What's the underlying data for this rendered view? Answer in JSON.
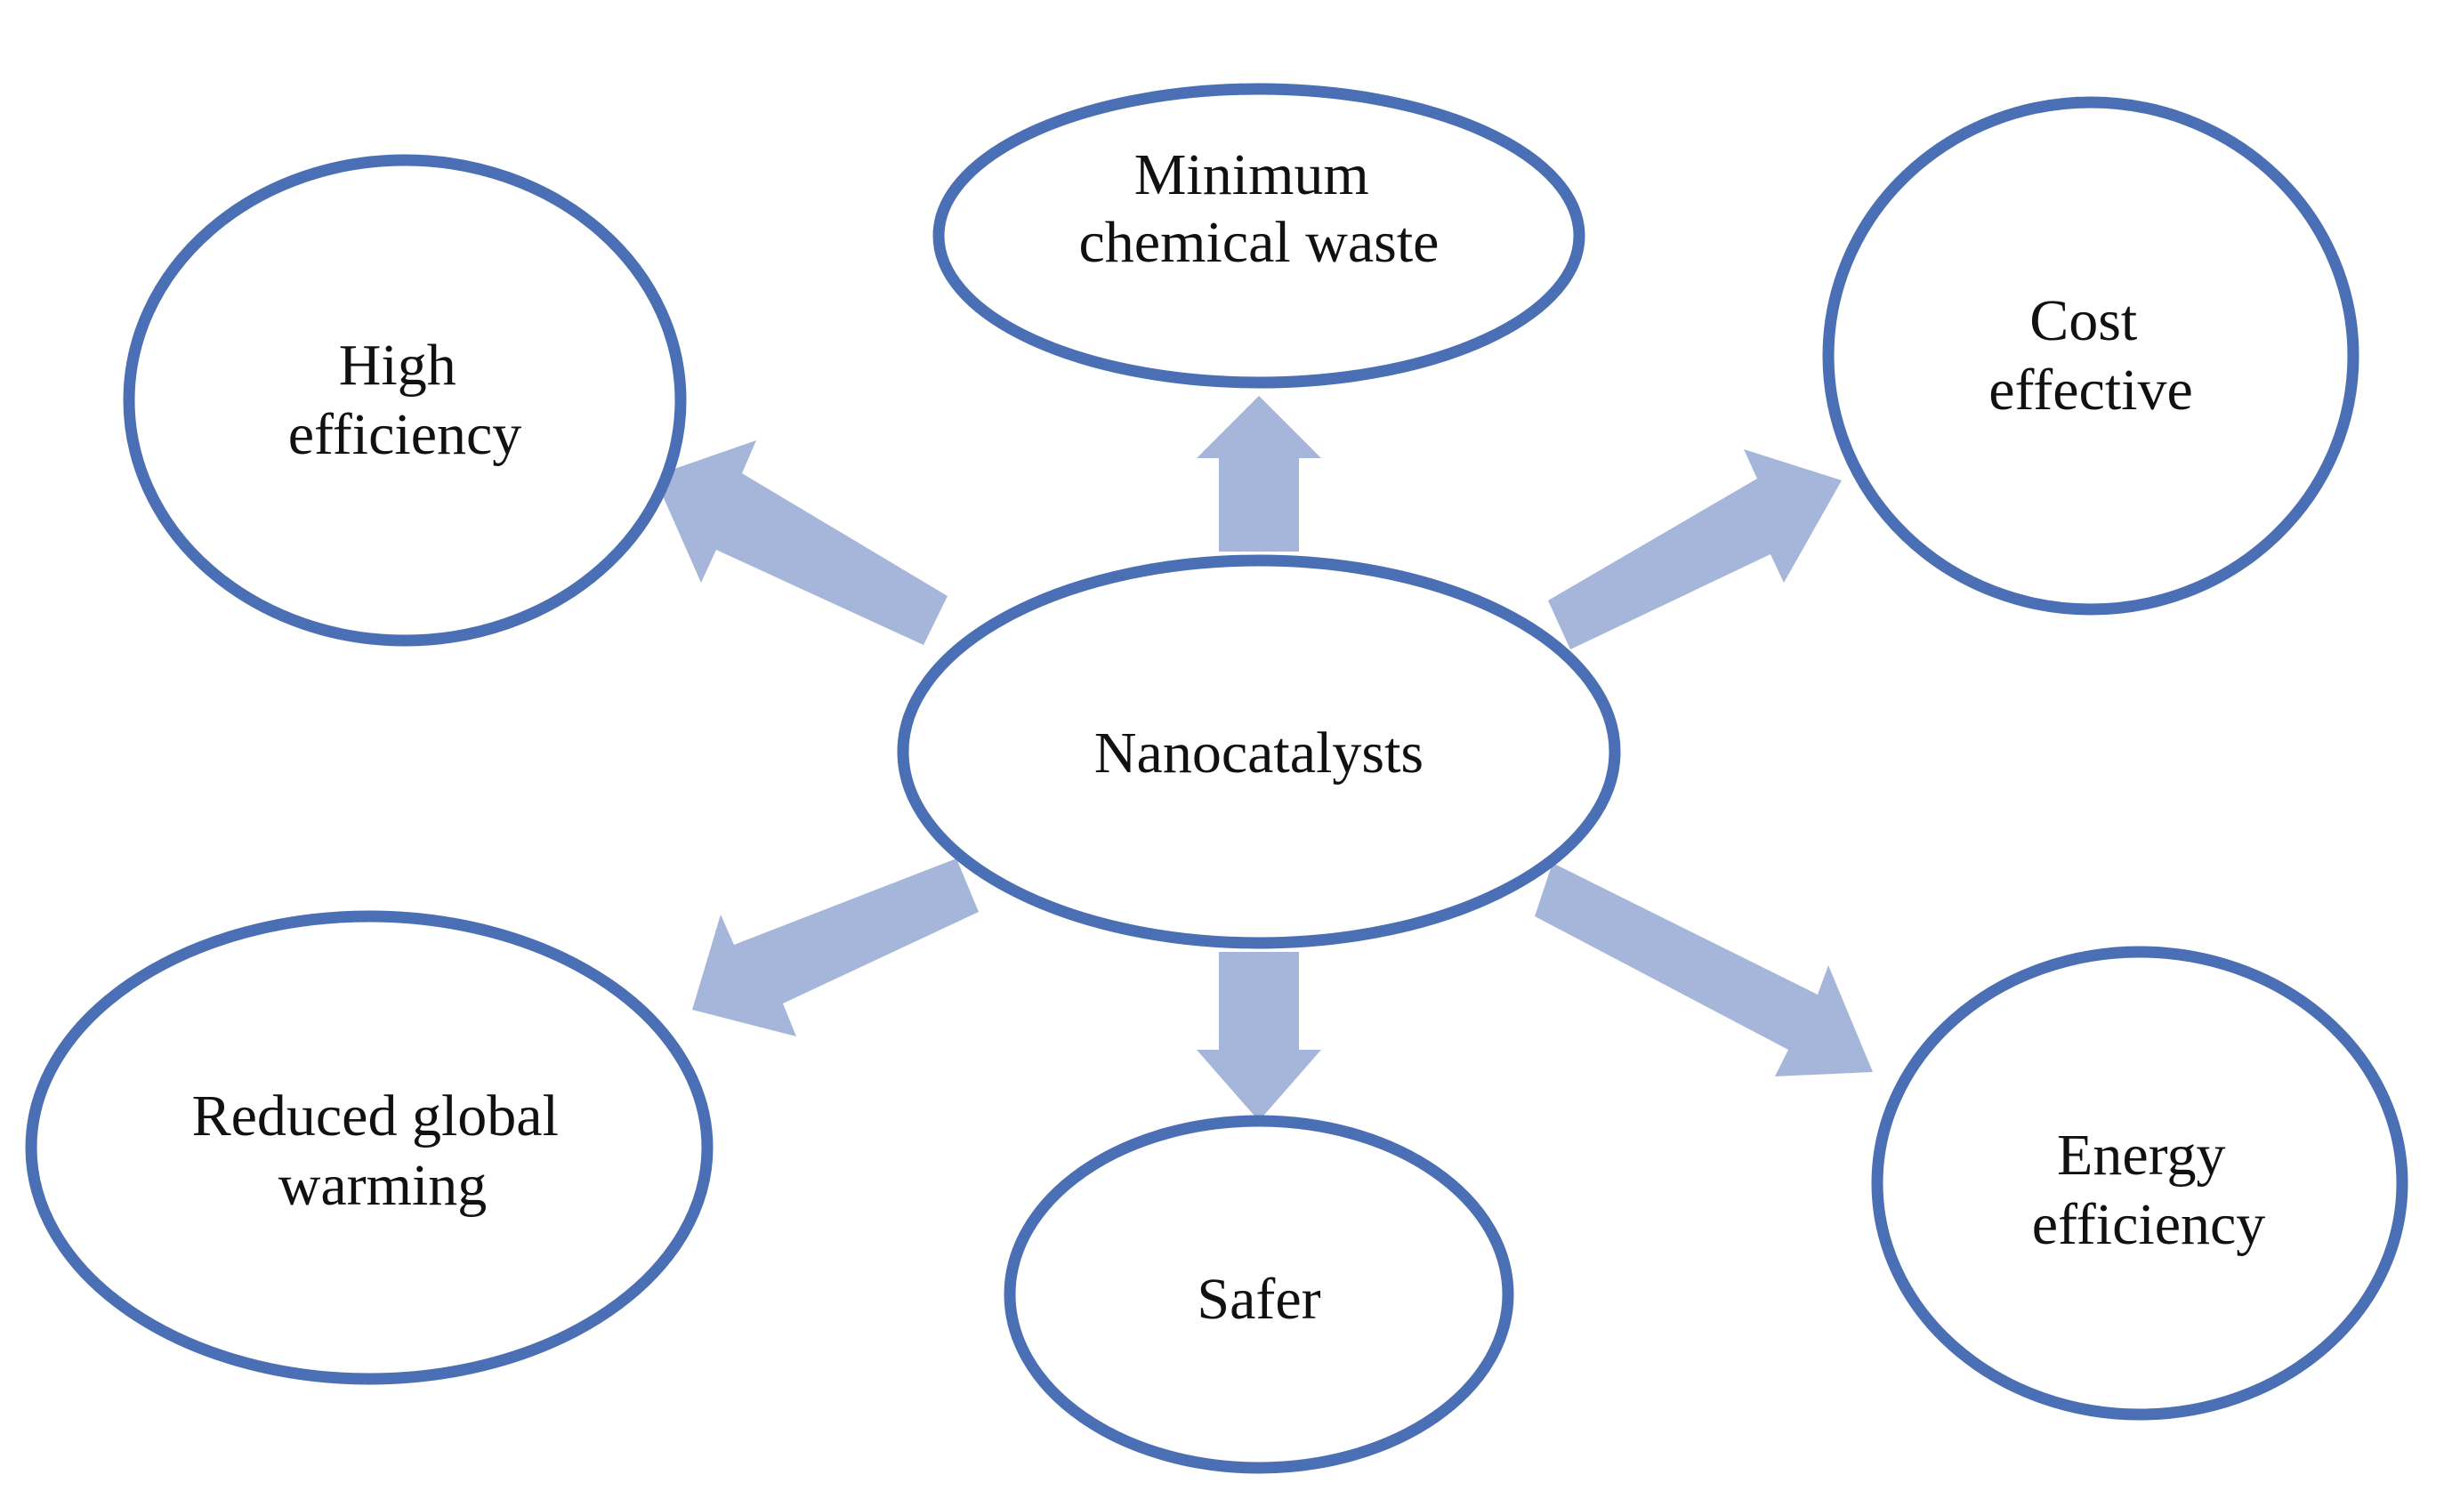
{
  "colors": {
    "node_stroke": "#4a6fb5",
    "arrow_fill": "#a6b6db",
    "text": "#111111",
    "background": "#ffffff"
  },
  "center": {
    "label": "Nanocatalysts"
  },
  "nodes": [
    {
      "id": "high-efficiency",
      "lines": [
        "High",
        "efficiency"
      ]
    },
    {
      "id": "minimum-chemical-waste",
      "lines": [
        "Minimum",
        "chemical waste"
      ]
    },
    {
      "id": "cost-effective",
      "lines": [
        "Cost",
        "effective"
      ]
    },
    {
      "id": "reduced-global-warming",
      "lines": [
        "Reduced global",
        "warming"
      ]
    },
    {
      "id": "safer",
      "lines": [
        "Safer"
      ]
    },
    {
      "id": "energy-efficiency",
      "lines": [
        "Energy",
        "efficiency"
      ]
    }
  ]
}
